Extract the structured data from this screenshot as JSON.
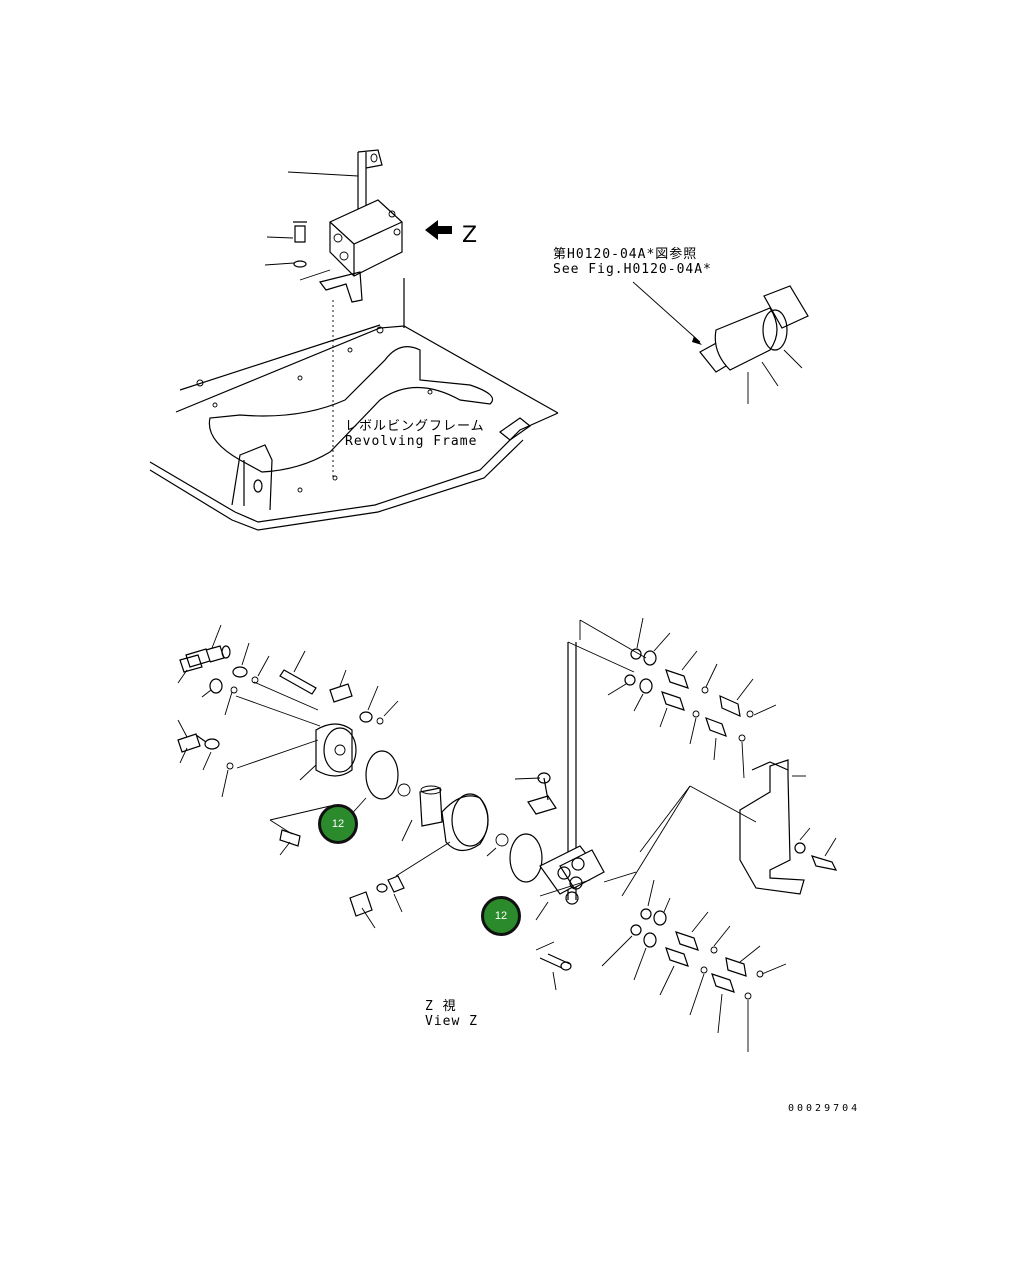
{
  "view_label": {
    "letter": "Z"
  },
  "reference": {
    "jp": "第H0120-04A*図参照",
    "en": "See Fig.H0120-04A*"
  },
  "frame_label": {
    "jp": "レボルビングフレーム",
    "en": "Revolving Frame"
  },
  "view_z": {
    "jp": "Z 視",
    "en": "View Z"
  },
  "callouts": [
    {
      "label": "12"
    },
    {
      "label": "12"
    }
  ],
  "document_number": "00029704",
  "colors": {
    "callout_fill": "#2b8a2b",
    "line": "#000000",
    "background": "#ffffff"
  }
}
